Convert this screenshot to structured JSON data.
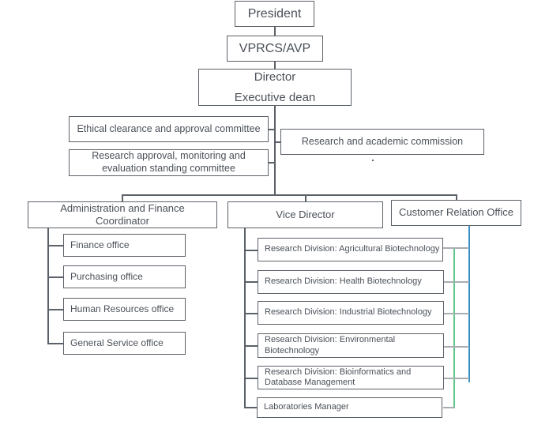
{
  "chart": {
    "top": {
      "president": "President",
      "vprcs": "VPRCS/AVP",
      "director": "Director",
      "executive_dean": "Executive dean"
    },
    "committees": {
      "ethical": "Ethical clearance and approval committee",
      "research_approval": "Research approval, monitoring and evaluation standing committee",
      "commission": "Research and academic commission"
    },
    "branches": {
      "admin": "Administration and Finance Coordinator",
      "vice_director": "Vice Director",
      "customer": "Customer Relation Office"
    },
    "admin_offices": [
      "Finance office",
      "Purchasing office",
      "Human Resources office",
      "General Service office"
    ],
    "divisions": [
      "Research Division: Agricultural Biotechnology",
      "Research Division: Health Biotechnology",
      "Research Division: Industrial Biotechnology",
      "Research Division: Environmental Biotechnology",
      "Research Division: Bioinformatics and Database Management",
      "Laboratories Manager"
    ],
    "colors": {
      "line": "#5b6168",
      "green_connector": "#5cc98a",
      "blue_connector": "#3a8fc4"
    }
  }
}
